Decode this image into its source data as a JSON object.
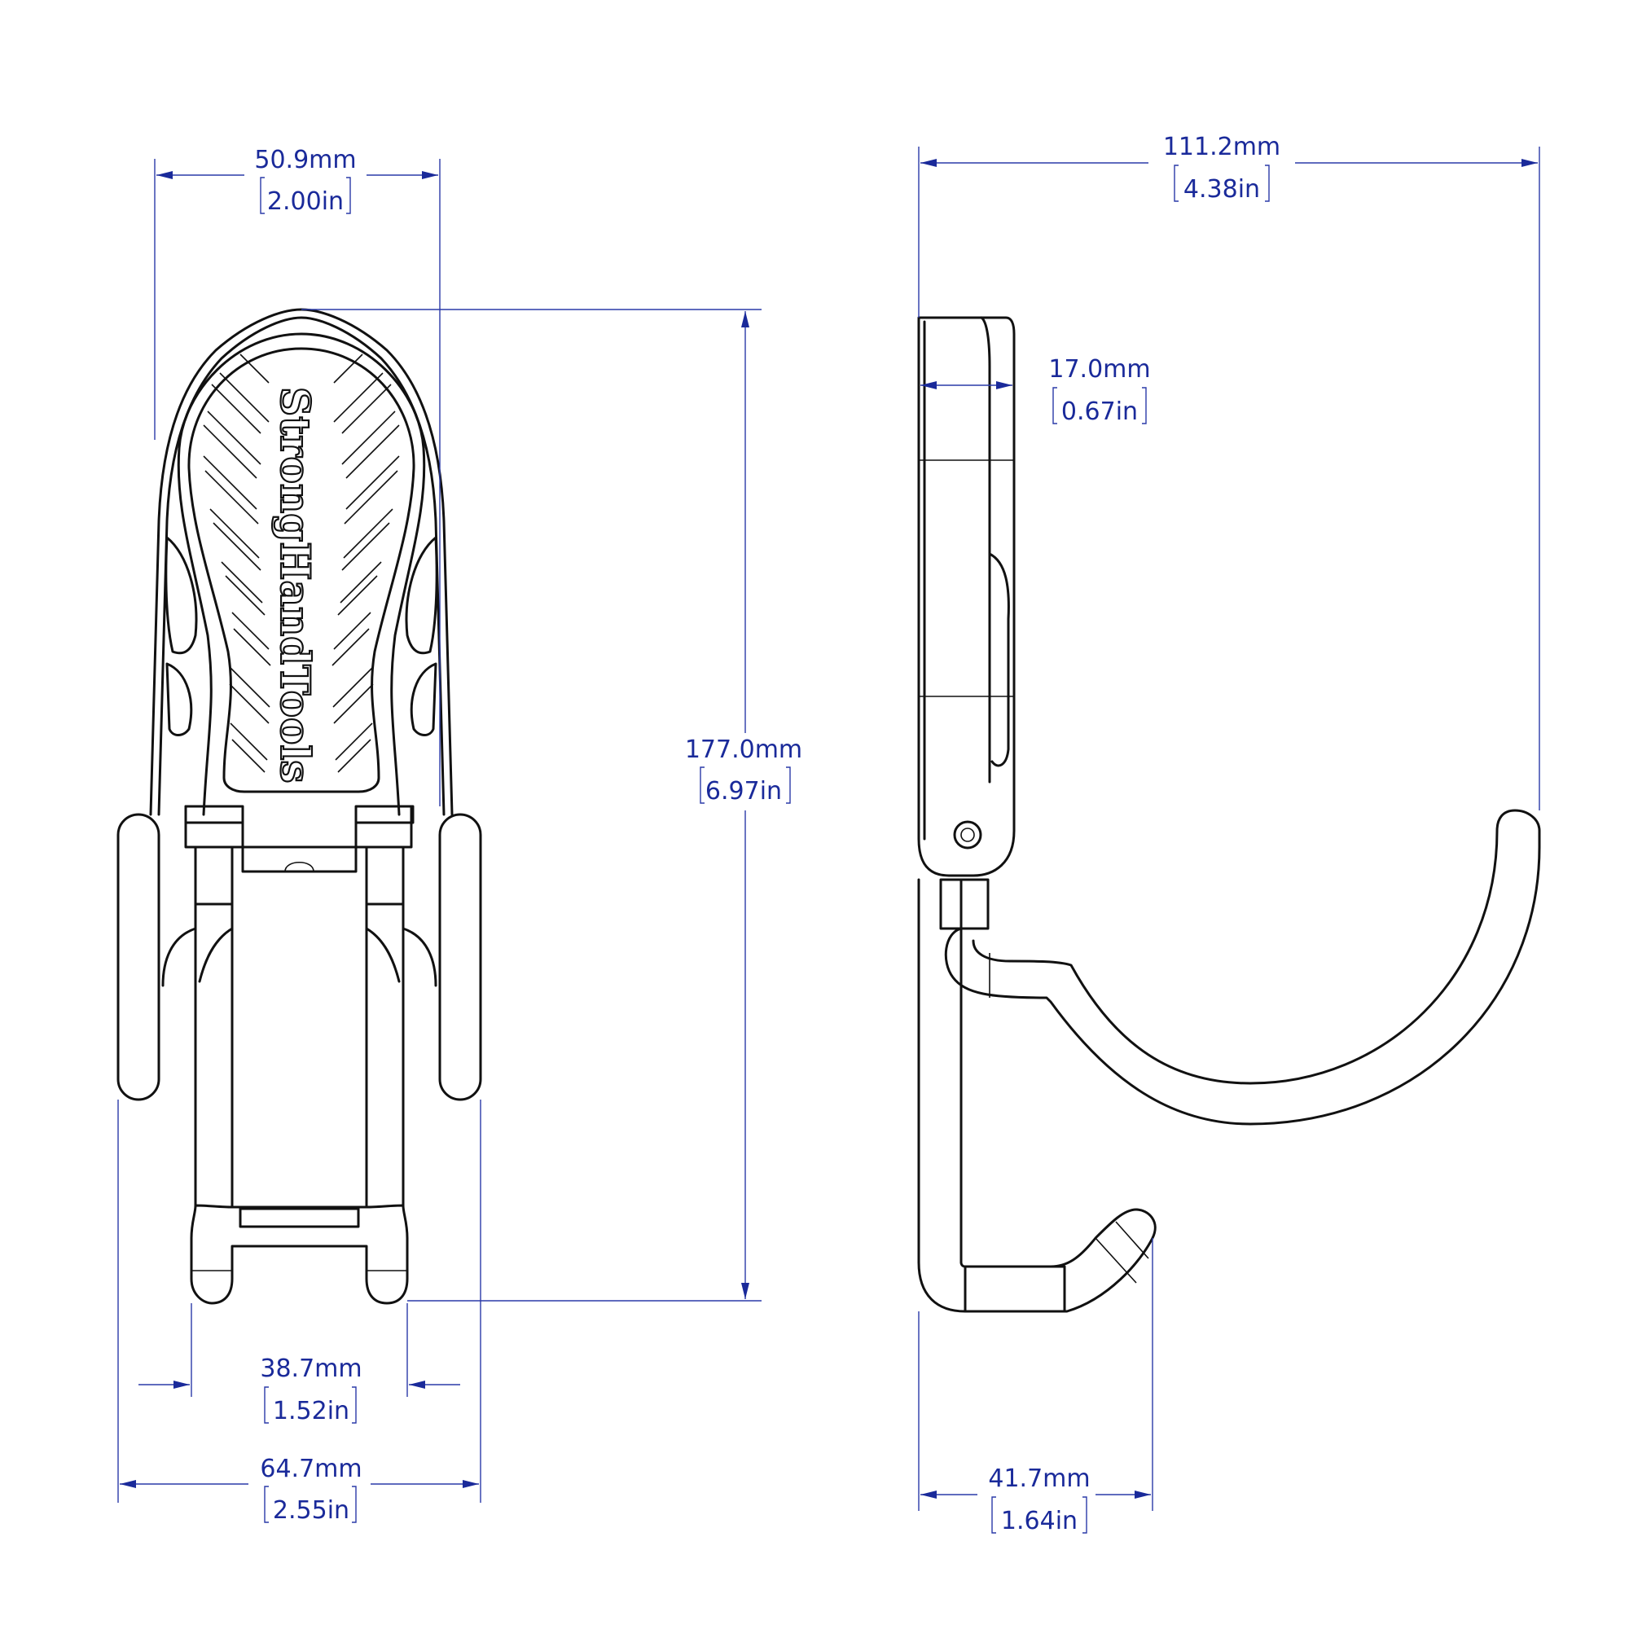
{
  "colors": {
    "dimension": "#1a2a9a",
    "outline": "#111111",
    "background": "#ffffff"
  },
  "logo": {
    "text": "StrongHandTools"
  },
  "dimensions": {
    "front_width_top": {
      "mm": "50.9mm",
      "in": "2.00in"
    },
    "front_height": {
      "mm": "177.0mm",
      "in": "6.97in"
    },
    "front_inner_width": {
      "mm": "38.7mm",
      "in": "1.52in"
    },
    "front_outer_width": {
      "mm": "64.7mm",
      "in": "2.55in"
    },
    "side_total_depth": {
      "mm": "111.2mm",
      "in": "4.38in"
    },
    "side_thickness": {
      "mm": "17.0mm",
      "in": "0.67in"
    },
    "side_lower_hook": {
      "mm": "41.7mm",
      "in": "1.64in"
    }
  }
}
